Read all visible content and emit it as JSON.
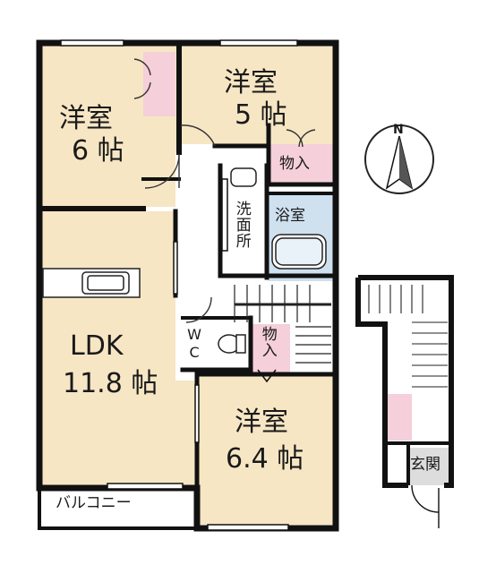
{
  "rooms": {
    "bedroom_a": {
      "name": "洋室",
      "size": "6 帖"
    },
    "bedroom_b": {
      "name": "洋室",
      "size": "5 帖"
    },
    "bedroom_c": {
      "name": "洋室",
      "size": "6.4 帖"
    },
    "ldk": {
      "name": "LDK",
      "size": "11.8 帖"
    },
    "storage_top": "物入",
    "storage_mid": "物入",
    "bath": "浴室",
    "washroom": "洗面所",
    "wc": "WC",
    "balcony": "バルコニー",
    "entrance": "玄関"
  },
  "compass": {
    "label": "N"
  },
  "colors": {
    "room_fill": "#f7e6c4",
    "storage_fill": "#f5cfd9",
    "wet_fill": "#cfe0ef",
    "wall": "#111111",
    "entrance_fill": "#dddddd"
  }
}
